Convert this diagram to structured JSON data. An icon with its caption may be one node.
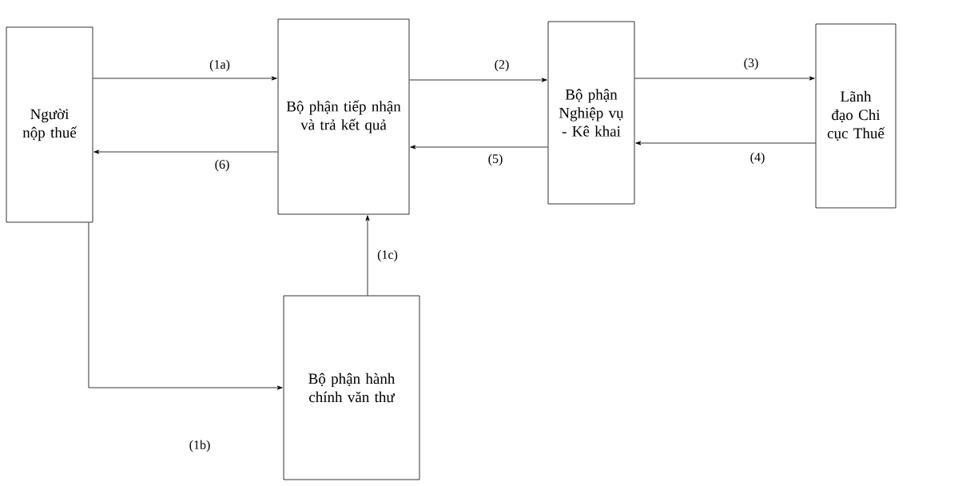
{
  "diagram": {
    "nodes": [
      {
        "text": [
          "Người nộp thuế"
        ]
      },
      {
        "text": [
          "Bộ phận tiếp nhận và trả kết quả"
        ]
      },
      {
        "text": [
          "Bộ phận Nghiệp vụ - Kê khai"
        ]
      },
      {
        "text": [
          "Lãnh đạo Chi cục Thuế"
        ]
      },
      {
        "text": [
          "Bộ phận hành chính văn thư"
        ]
      }
    ],
    "edges": [
      {
        "from": 0,
        "to": 1,
        "arrow": "to",
        "label": "(1a)"
      },
      {
        "from": 0,
        "to": 4,
        "arrow": "to",
        "label": "(1b)"
      },
      {
        "from": 4,
        "to": 1,
        "arrow": "to",
        "label": "(1c)"
      },
      {
        "from": 1,
        "to": 2,
        "arrow": "to",
        "label": "(2)"
      },
      {
        "from": 2,
        "to": 3,
        "arrow": "to",
        "label": "(3)"
      },
      {
        "from": 3,
        "to": 2,
        "arrow": "to",
        "label": "(4)"
      },
      {
        "from": 2,
        "to": 1,
        "arrow": "to",
        "label": "(5)"
      },
      {
        "from": 1,
        "to": 0,
        "arrow": "to",
        "label": "(6)"
      }
    ]
  }
}
